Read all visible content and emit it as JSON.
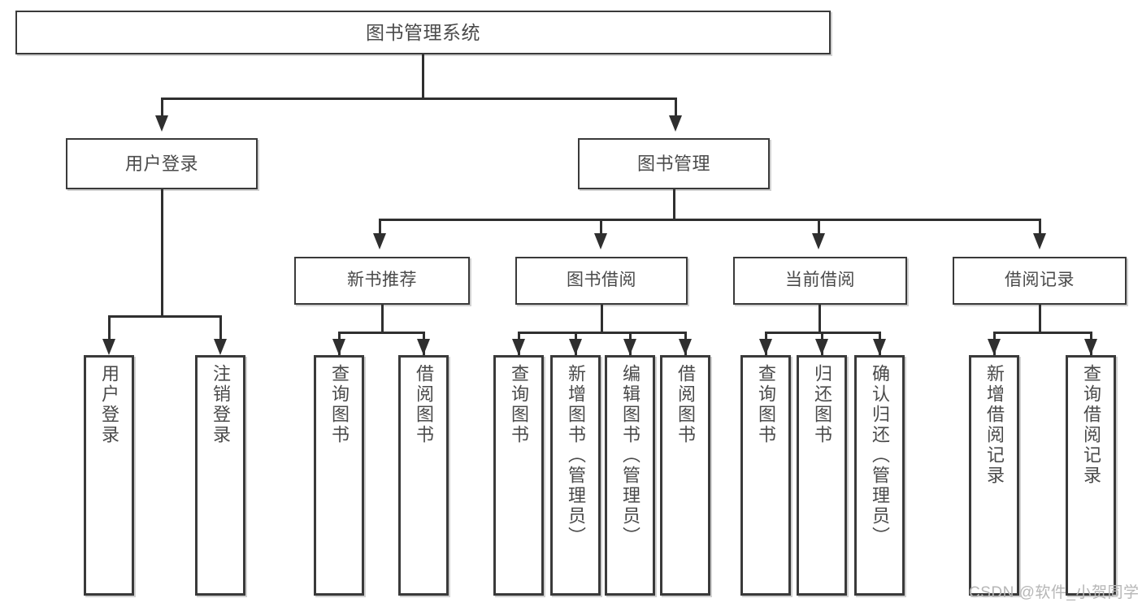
{
  "diagram": {
    "title": "图书管理系统",
    "root": {
      "label": "图书管理系统"
    },
    "level1": [
      {
        "label": "用户登录"
      },
      {
        "label": "图书管理"
      }
    ],
    "level2": [
      {
        "label": "新书推荐"
      },
      {
        "label": "图书借阅"
      },
      {
        "label": "当前借阅"
      },
      {
        "label": "借阅记录"
      }
    ],
    "leaves": {
      "user_login": [
        {
          "label": "用户登录"
        },
        {
          "label": "注销登录"
        }
      ],
      "new_book": [
        {
          "label": "查询图书"
        },
        {
          "label": "借阅图书"
        }
      ],
      "book_borrow": [
        {
          "label": "查询图书"
        },
        {
          "label": "新增图书（管理员）"
        },
        {
          "label": "编辑图书（管理员）"
        },
        {
          "label": "借阅图书"
        }
      ],
      "current_borrow": [
        {
          "label": "查询图书"
        },
        {
          "label": "归还图书"
        },
        {
          "label": "确认归还（管理员）"
        }
      ],
      "borrow_record": [
        {
          "label": "新增借阅记录"
        },
        {
          "label": "查询借阅记录"
        }
      ]
    }
  },
  "watermark": {
    "text": "CSDN @软件_小贺同学"
  },
  "colors": {
    "border": "#3a3a3a",
    "line": "#2f2f2f",
    "text": "#4a4a4a",
    "background": "#ffffff",
    "watermark": "#b6b6b6"
  }
}
